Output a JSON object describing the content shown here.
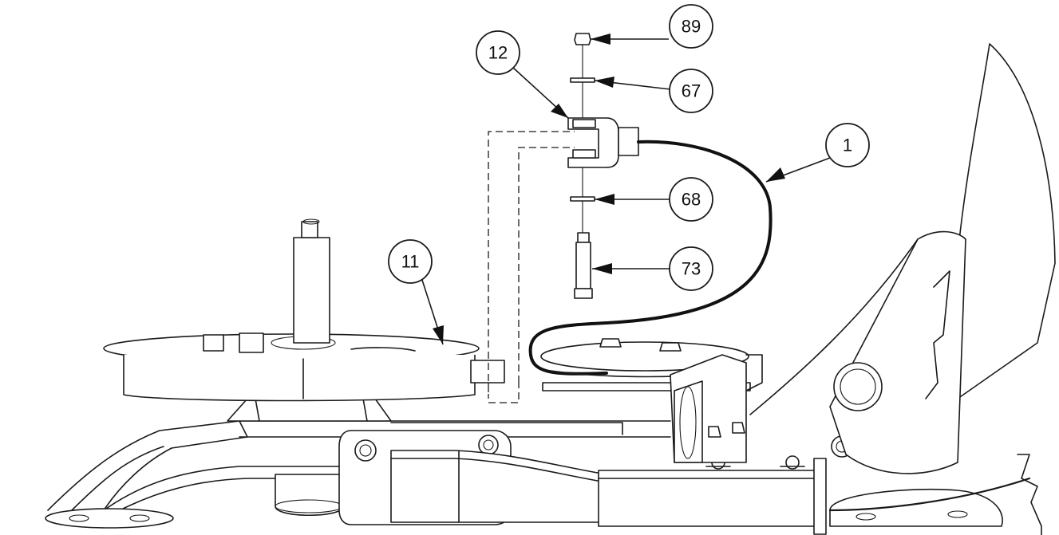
{
  "callouts": [
    {
      "id": "c89",
      "label": "89",
      "part": "nut"
    },
    {
      "id": "c12",
      "label": "12",
      "part": "cable-bracket"
    },
    {
      "id": "c67",
      "label": "67",
      "part": "upper-washer"
    },
    {
      "id": "c1",
      "label": "1",
      "part": "cable"
    },
    {
      "id": "c68",
      "label": "68",
      "part": "lower-washer"
    },
    {
      "id": "c11",
      "label": "11",
      "part": "pulley-plate"
    },
    {
      "id": "c73",
      "label": "73",
      "part": "bolt"
    }
  ],
  "colors": {
    "line": "#1a1a1a",
    "background": "#ffffff"
  }
}
